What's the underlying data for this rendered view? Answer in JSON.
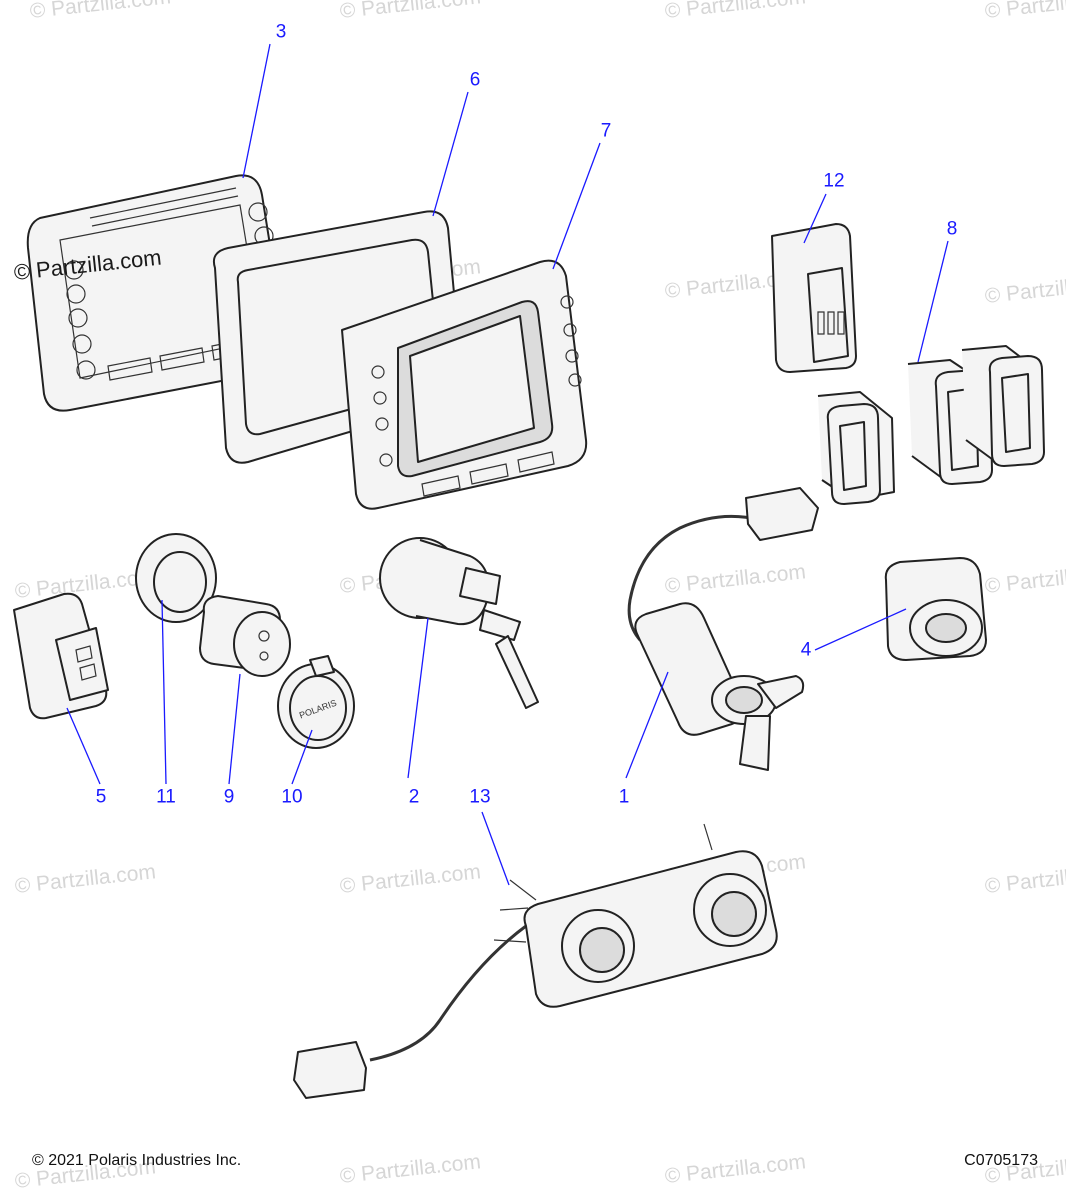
{
  "watermark": {
    "text": "© Partzilla.com",
    "faint_text": "© Partzilla.com"
  },
  "callouts": {
    "c1": "1",
    "c2": "2",
    "c3": "3",
    "c4": "4",
    "c5": "5",
    "c6": "6",
    "c7": "7",
    "c8": "8",
    "c9": "9",
    "c10": "10",
    "c11": "11",
    "c12": "12",
    "c13": "13"
  },
  "footer": {
    "copyright": "© 2021 Polaris Industries Inc.",
    "diagram_code": "C0705173"
  },
  "parts": {
    "cap_label": "POLARIS"
  },
  "colors": {
    "callout": "#1a1aff",
    "linework": "#222222",
    "watermark": "#d6d6d6"
  }
}
